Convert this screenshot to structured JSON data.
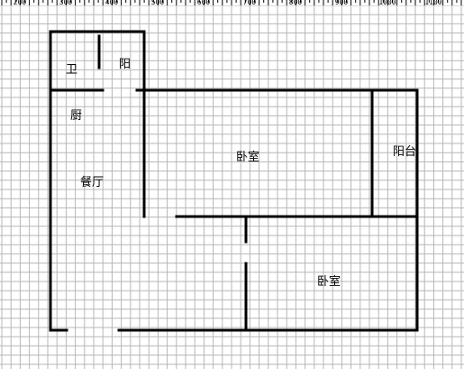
{
  "ruler": {
    "labels": [
      "200",
      "300",
      "400",
      "500",
      "600",
      "700",
      "800",
      "900",
      "1000",
      "1100"
    ]
  },
  "rooms": [
    {
      "id": "wei",
      "label": "卫"
    },
    {
      "id": "yang",
      "label": "阳"
    },
    {
      "id": "chu",
      "label": "厨"
    },
    {
      "id": "canting",
      "label": "餐厅"
    },
    {
      "id": "woshi-1",
      "label": "卧室"
    },
    {
      "id": "yangtai",
      "label": "阳台"
    },
    {
      "id": "woshi-2",
      "label": "卧室"
    }
  ],
  "colors": {
    "grid": "#b7b7b7",
    "wall": "#000000",
    "background": "#ffffff"
  }
}
